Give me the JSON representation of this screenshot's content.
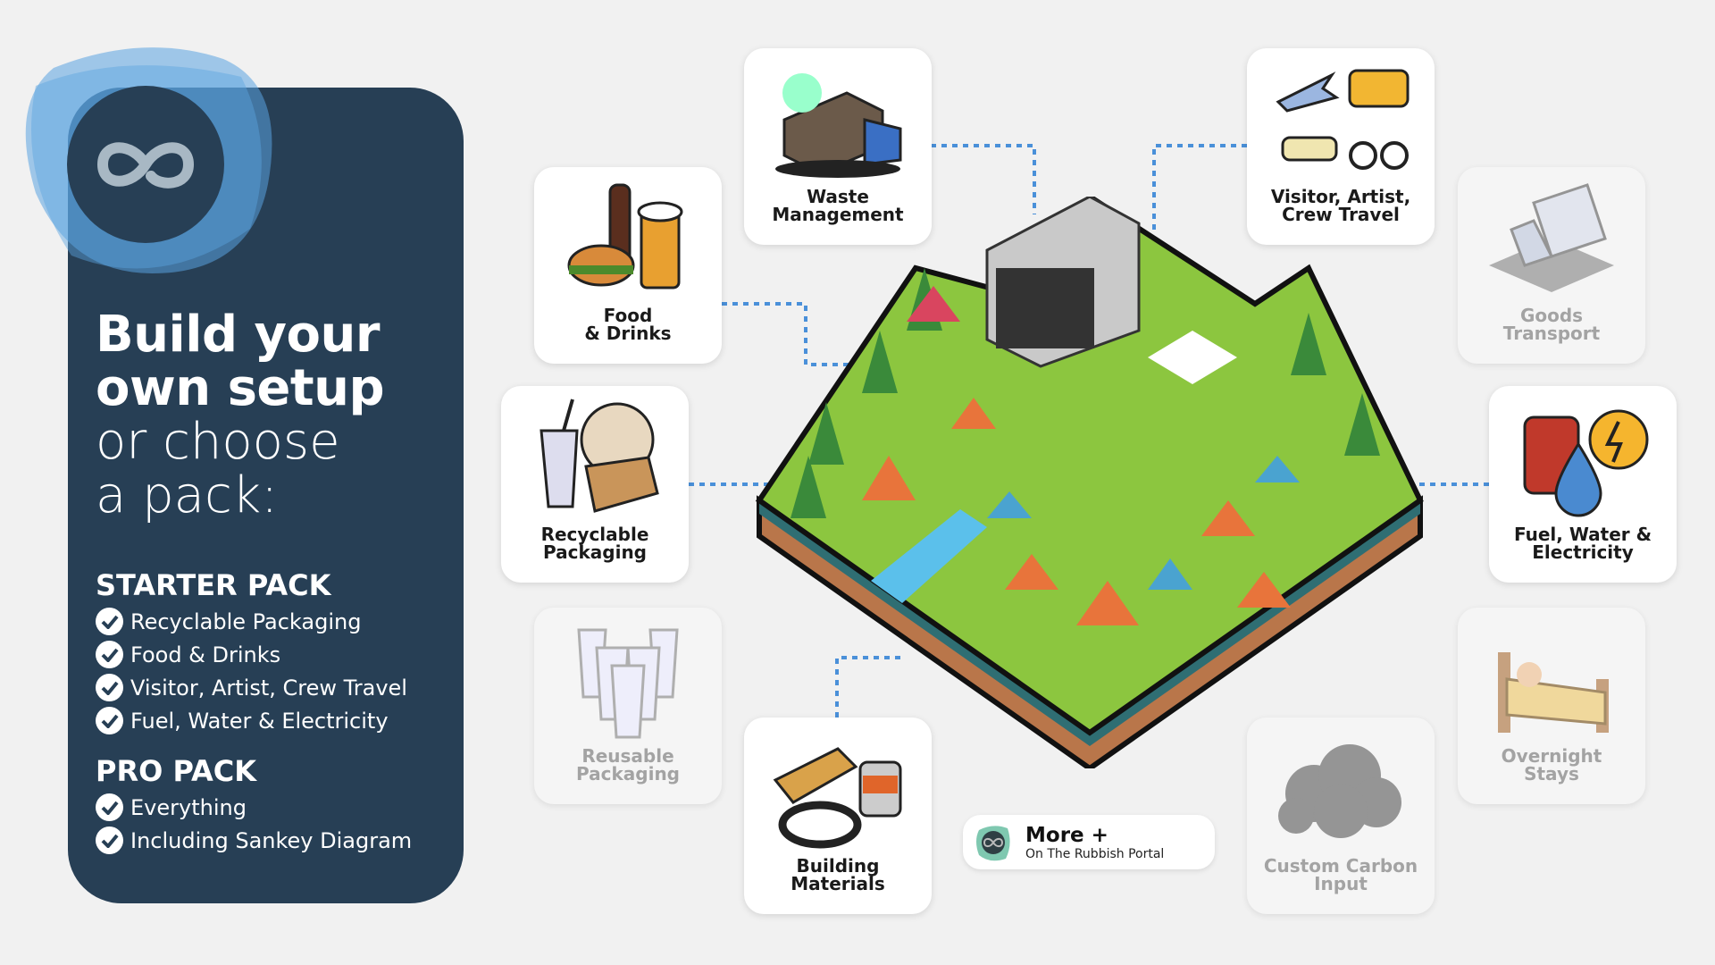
{
  "panel": {
    "heading_bold": [
      "Build your",
      "own setup"
    ],
    "heading_light": [
      "or choose",
      "a pack:"
    ],
    "starter": {
      "title": "STARTER PACK",
      "items": [
        "Recyclable Packaging",
        "Food & Drinks",
        "Visitor, Artist, Crew Travel",
        "Fuel, Water & Electricity"
      ]
    },
    "pro": {
      "title": "PRO PACK",
      "items": [
        "Everything",
        "Including Sankey Diagram"
      ]
    }
  },
  "cards": {
    "waste": "Waste\nManagement",
    "travel": "Visitor, Artist,\nCrew Travel",
    "food": "Food\n& Drinks",
    "goods": "Goods\nTransport",
    "recyclable": "Recyclable\nPackaging",
    "fuel": "Fuel, Water &\nElectricity",
    "reusable": "Reusable\nPackaging",
    "overnight": "Overnight\nStays",
    "building": "Building\nMaterials",
    "carbon": "Custom Carbon\nInput"
  },
  "more": {
    "title": "More +",
    "subtitle": "On The Rubbish Portal"
  },
  "colors": {
    "panel": "#273f55",
    "accent": "#5aa3e0",
    "connector": "#4a90d9",
    "grass": "#8cc63f"
  }
}
